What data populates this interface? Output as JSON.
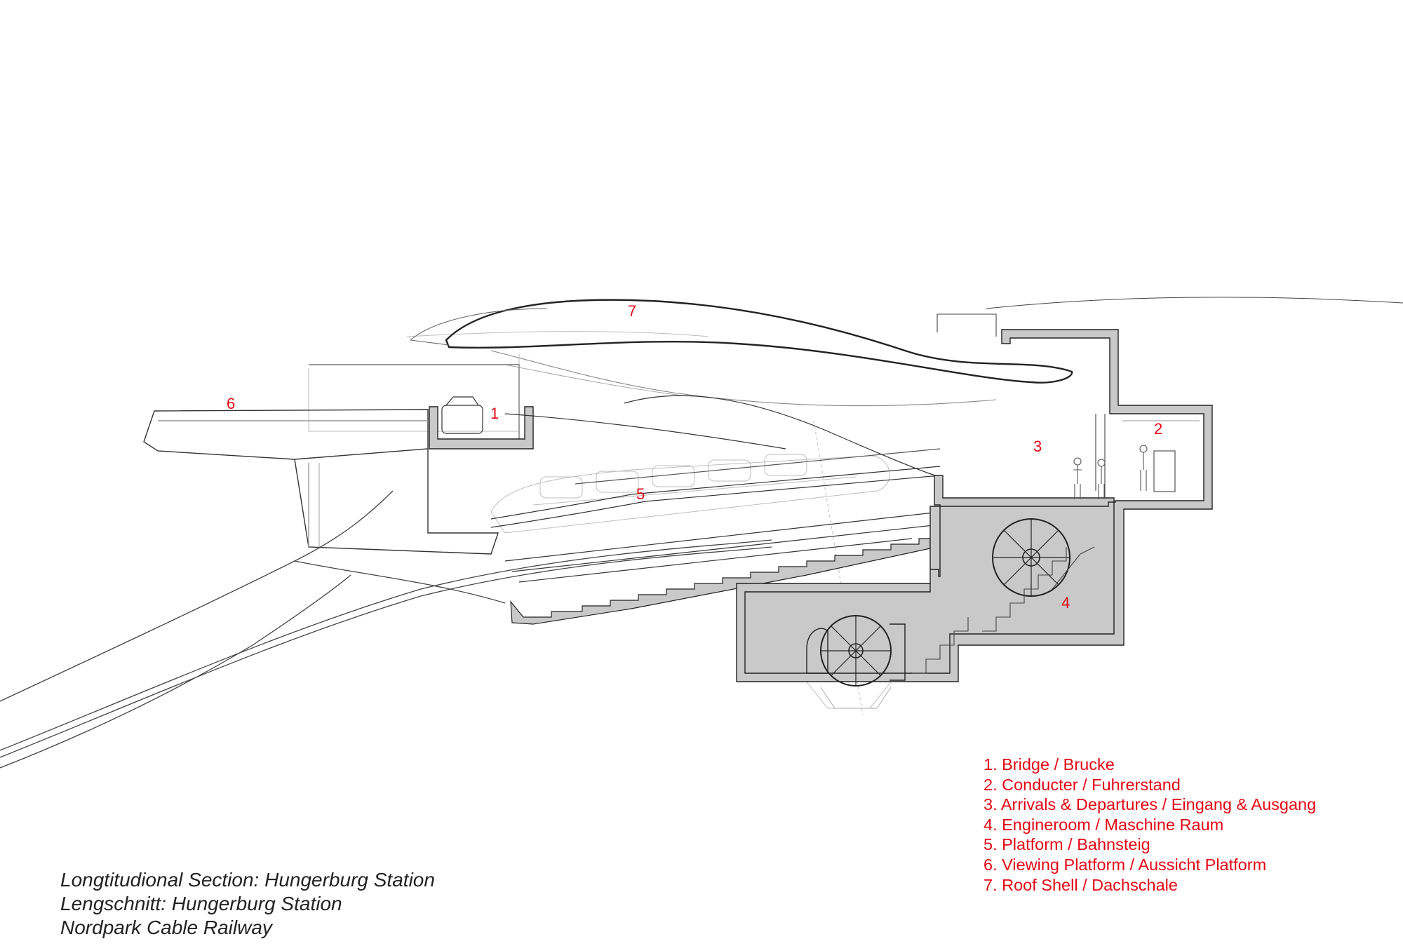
{
  "diagram": {
    "callouts": [
      "1",
      "2",
      "3",
      "4",
      "5",
      "6",
      "7"
    ],
    "legend": [
      "1. Bridge / Brucke",
      "2. Conducter / Fuhrerstand",
      "3. Arrivals & Departures / Eingang & Ausgang",
      "4. Engineroom / Maschine Raum",
      "5. Platform / Bahnsteig",
      "6. Viewing Platform / Aussicht Platform",
      "7. Roof Shell / Dachschale"
    ],
    "caption": [
      "Longtitudional Section: Hungerburg Station",
      "Lengschnitt: Hungerburg Station",
      "Nordpark Cable Railway"
    ],
    "colors": {
      "annotation": "#e30613",
      "section_cut": "#c9c9c9",
      "line": "#333333"
    }
  }
}
